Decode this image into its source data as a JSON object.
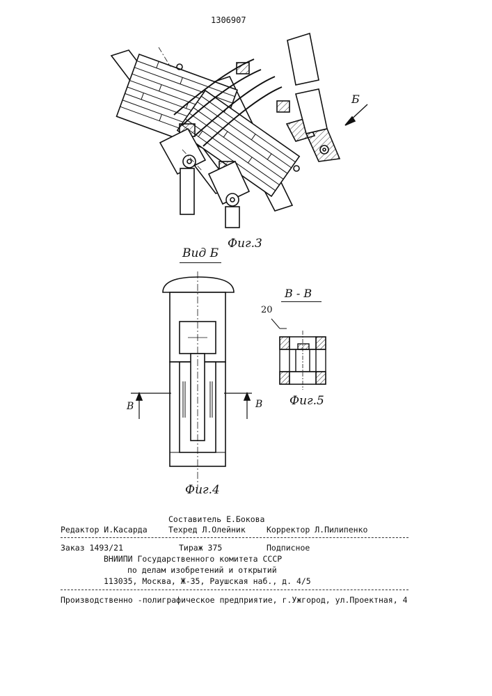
{
  "patent_number": "1306907",
  "figures": {
    "fig3_caption": "Фиг.3",
    "fig3_arrow_label": "Б",
    "view_title": "Вид Б",
    "fig4_caption": "Фиг.4",
    "fig4_section_left": "В",
    "fig4_section_right": "В",
    "section_title": "В - В",
    "fig5_part_number": "20",
    "fig5_caption": "Фиг.5"
  },
  "imprint": {
    "compiler": "Составитель Е.Бокова",
    "editor": "Редактор И.Касарда",
    "techred": "Техред Л.Олейник",
    "corrector": "Корректор Л.Пилипенко",
    "order": "Заказ 1493/21",
    "circulation": "Тираж 375",
    "subscription": "Подписное",
    "org_line1": "ВНИИПИ Государственного комитета СССР",
    "org_line2": "по делам изобретений и открытий",
    "address": "113035, Москва, Ж-35, Раушская наб., д. 4/5",
    "printer": "Производственно -полиграфическое предприятие, г.Ужгород, ул.Проектная, 4"
  }
}
